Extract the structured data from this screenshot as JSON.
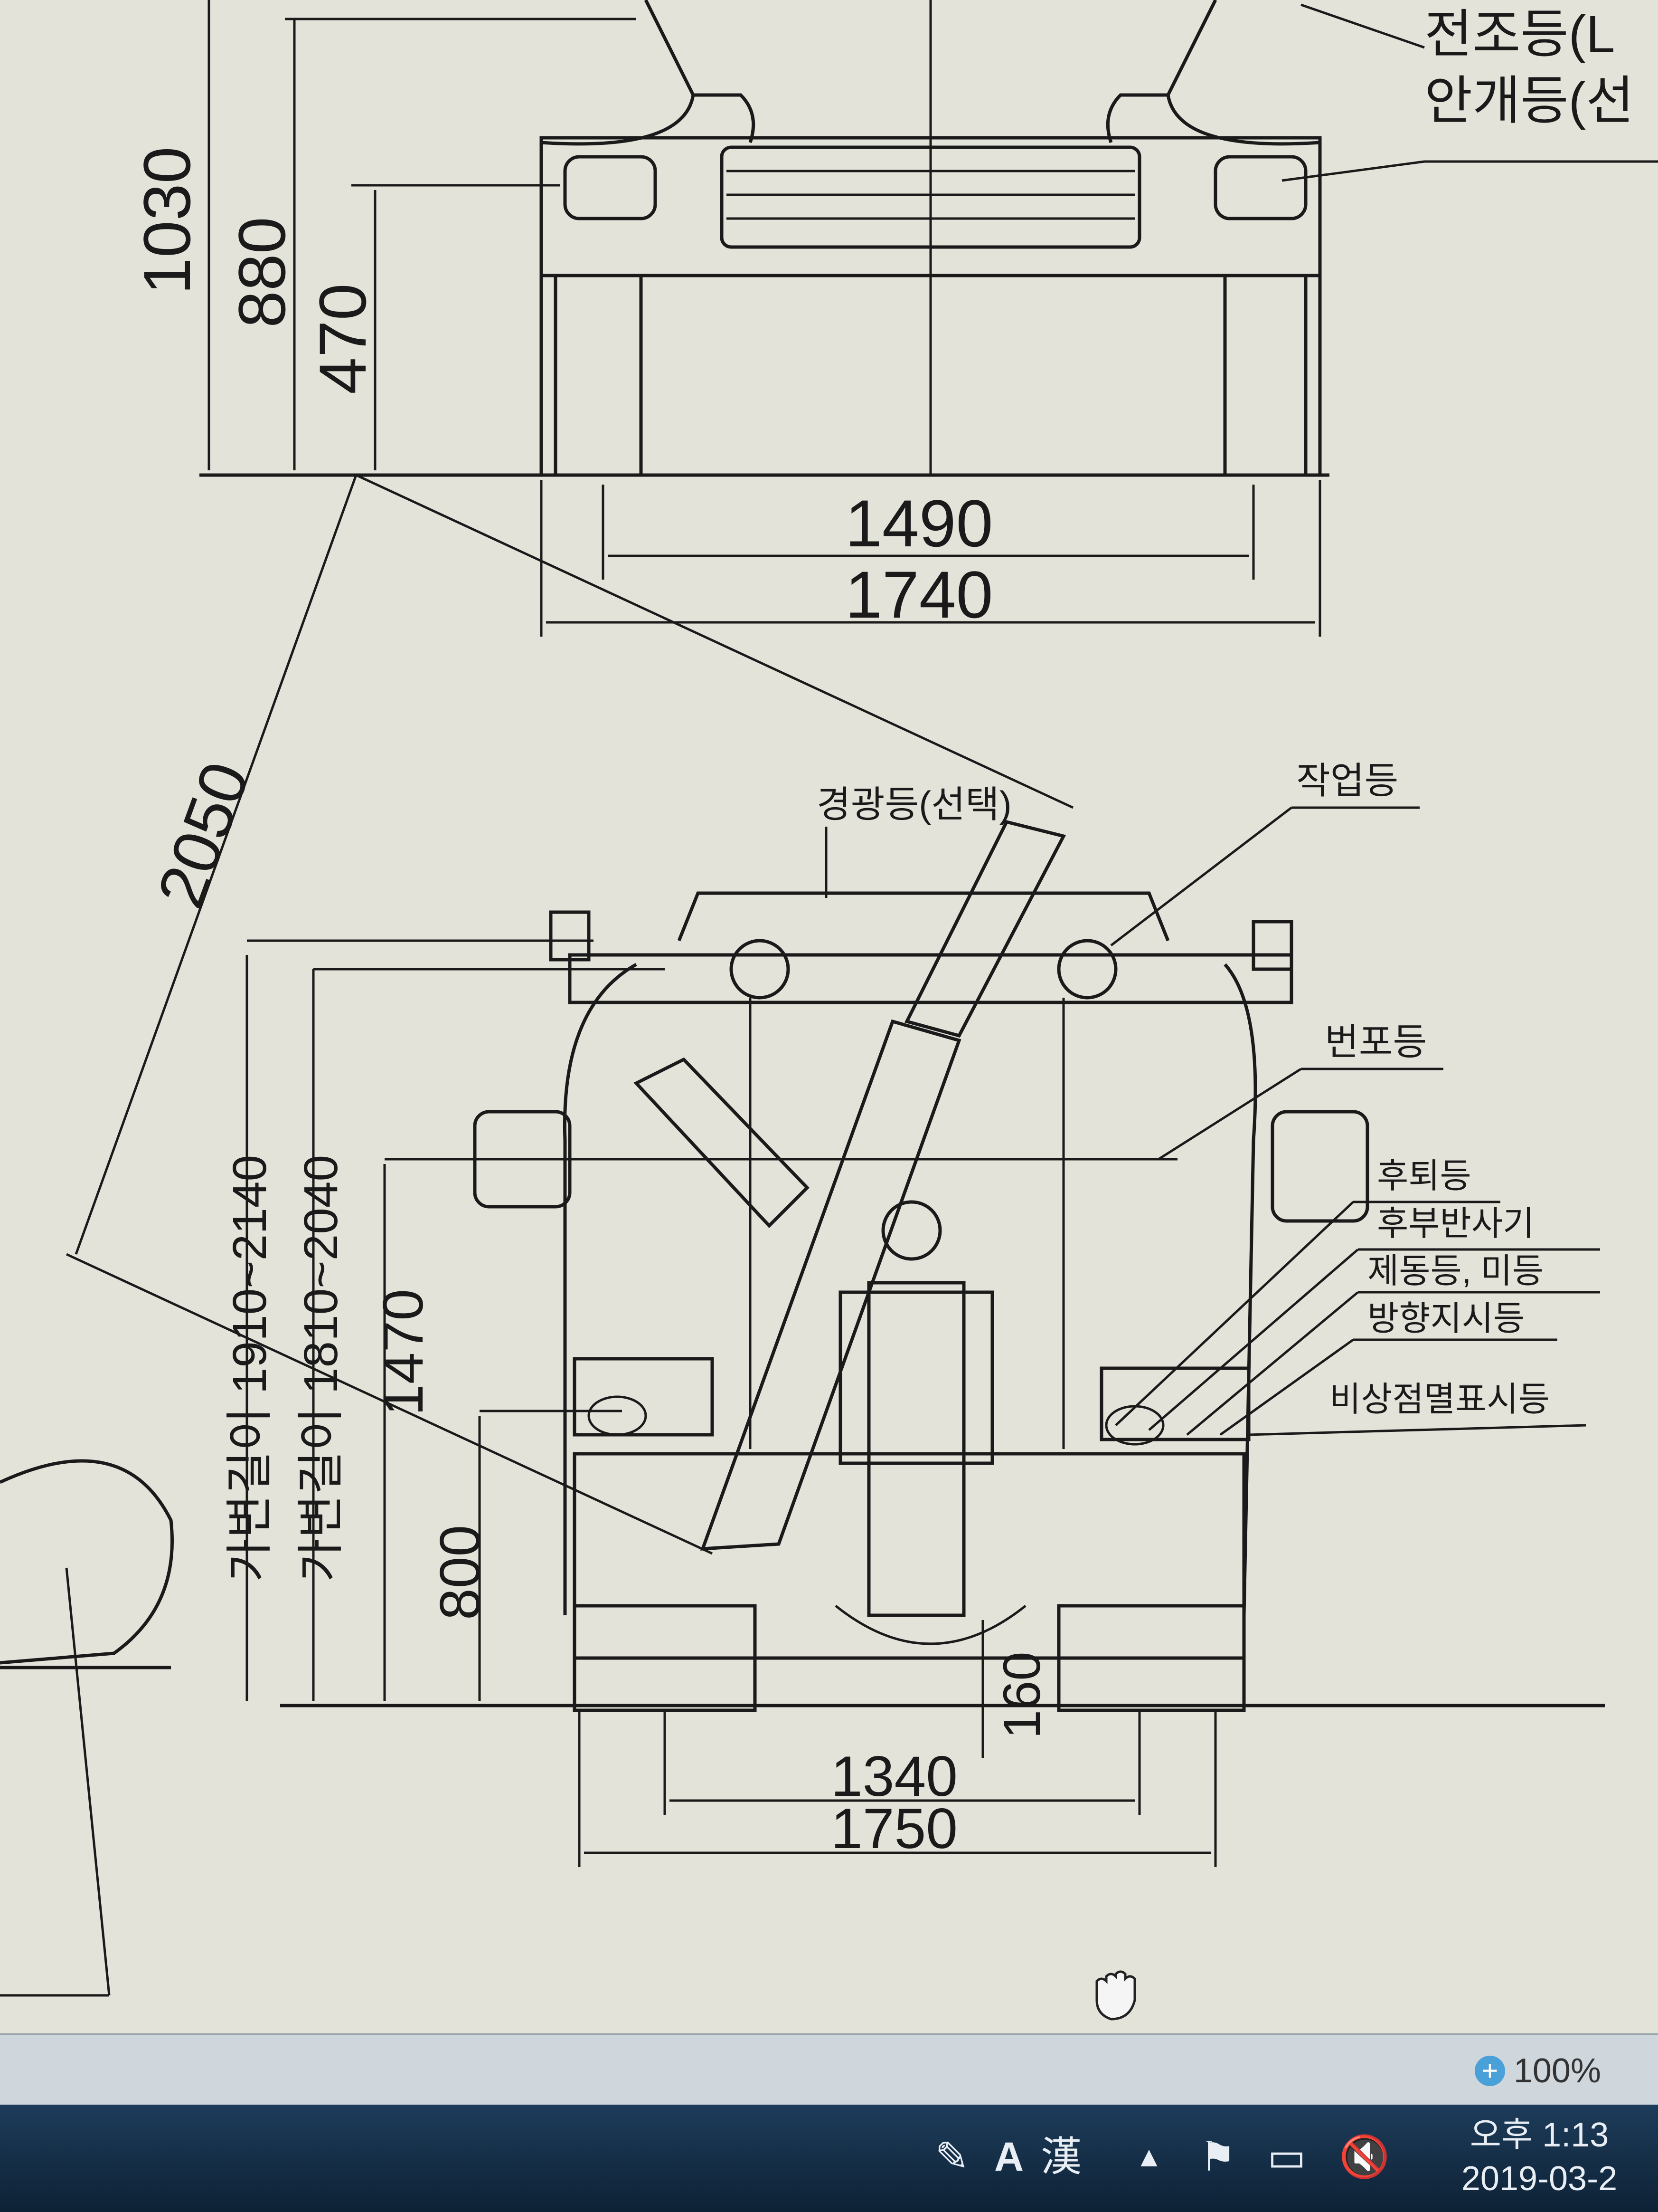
{
  "drawing": {
    "top_view": {
      "height_dims": [
        "1030",
        "880",
        "470"
      ],
      "width_dims": [
        "1490",
        "1740"
      ],
      "callouts": [
        "전조등(L",
        "안개등(선"
      ]
    },
    "rear_view": {
      "diagonal_dim": "2050",
      "height_dims": [
        "가변길이 1910~2140",
        "가변길이 1810~2040",
        "1470",
        "800"
      ],
      "clearance_dim": "160",
      "width_dims": [
        "1340",
        "1750"
      ],
      "callouts": [
        "경광등(선택)",
        "작업등",
        "번포등",
        "후퇴등",
        "후부반사기",
        "제동등, 미등",
        "방향지시등",
        "비상점멸표시등"
      ]
    }
  },
  "status": {
    "zoom_label": "100%",
    "zoom_icon": "zoom-icon"
  },
  "taskbar": {
    "ime_mode": "A",
    "ime_hanja": "漢",
    "clock_ampm_time": "오후 1:13",
    "clock_date": "2019-03-2"
  },
  "colors": {
    "paper": "#e4e3da",
    "ink": "#1a1a1a",
    "taskbar": "#14304a",
    "status_strip": "#cfd6dc"
  }
}
